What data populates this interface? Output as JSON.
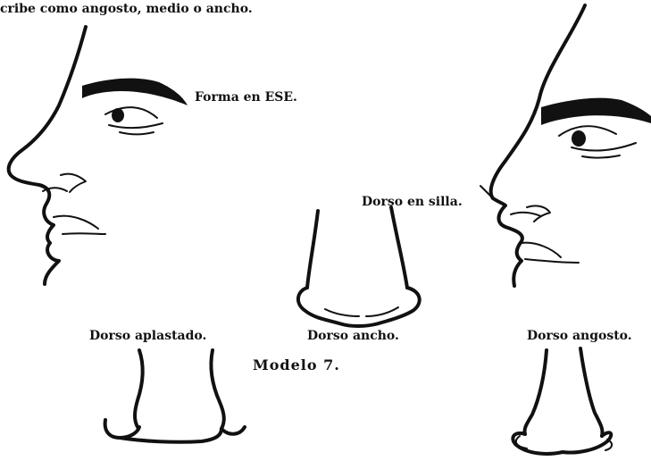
{
  "heading_text": "cribe como angosto, medio o ancho.",
  "labels": {
    "forma_ese": "Forma en ESE.",
    "dorso_silla": "Dorso en silla.",
    "dorso_aplastado": "Dorso aplastado.",
    "dorso_ancho": "Dorso ancho.",
    "dorso_angosto": "Dorso angosto.",
    "modelo": "Modelo 7."
  },
  "icons": {
    "left_profile": "face-profile-s-shaped-nose-icon",
    "right_profile": "face-profile-saddle-nose-icon",
    "center_nose": "wide-nose-front-icon",
    "bottom_left_nose": "flattened-nose-front-icon",
    "bottom_right_nose": "narrow-nose-front-icon"
  },
  "colors": {
    "ink": "#111111",
    "background": "#ffffff"
  }
}
